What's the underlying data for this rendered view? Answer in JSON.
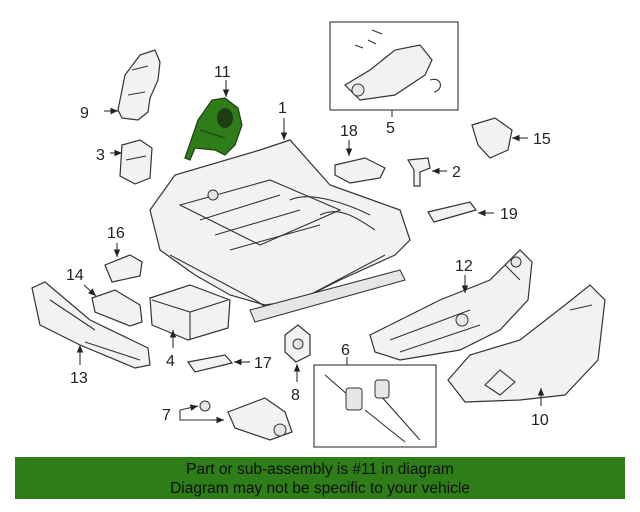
{
  "callouts": {
    "c1": "1",
    "c2": "2",
    "c3": "3",
    "c4": "4",
    "c5": "5",
    "c6": "6",
    "c7": "7",
    "c8": "8",
    "c9": "9",
    "c10": "10",
    "c11": "11",
    "c12": "12",
    "c13": "13",
    "c14": "14",
    "c15": "15",
    "c16": "16",
    "c17": "17",
    "c18": "18",
    "c19": "19"
  },
  "banner": {
    "line1": "Part or sub-assembly is #11 in diagram",
    "line2": "Diagram may not be specific to your vehicle"
  },
  "colors": {
    "highlight": "#2e7d18",
    "line": "#333333"
  }
}
